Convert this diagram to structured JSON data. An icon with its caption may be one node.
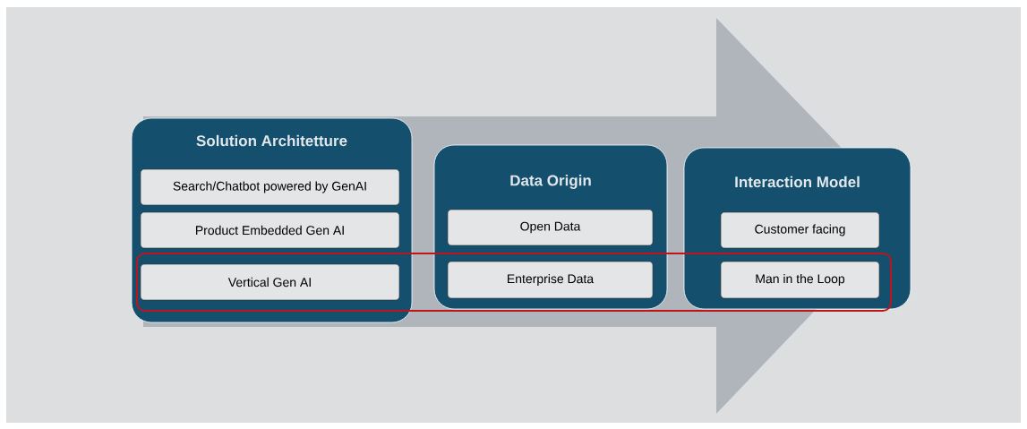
{
  "diagram": {
    "nodes": [
      {
        "text": [
          "Solution Architetture"
        ]
      },
      {
        "text": [
          "Search/Chatbot powered by GenAI"
        ],
        "in": 0
      },
      {
        "text": [
          "Product Embedded Gen AI"
        ],
        "in": 0
      },
      {
        "text": [
          "Vertical Gen AI"
        ],
        "in": 0
      },
      {
        "text": [
          "Data Origin"
        ]
      },
      {
        "text": [
          "Open Data"
        ],
        "in": 4
      },
      {
        "text": [
          "Enterprise Data"
        ],
        "in": 4
      },
      {
        "text": [
          "Interaction Model"
        ]
      },
      {
        "text": [
          "Customer facing"
        ],
        "in": 7
      },
      {
        "text": [
          "Man in the Loop"
        ],
        "in": 7
      }
    ],
    "edges": [
      {
        "from": 0,
        "to": 7,
        "arrow": "to"
      }
    ]
  }
}
